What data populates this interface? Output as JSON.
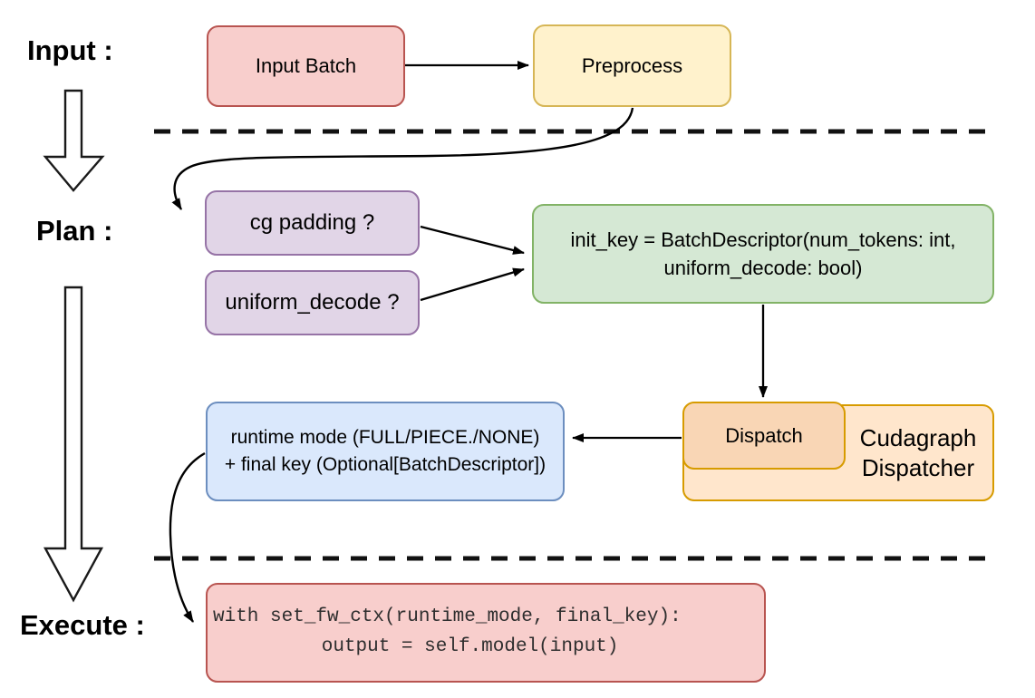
{
  "diagram": {
    "stage_labels": {
      "input": "Input :",
      "plan": "Plan :",
      "execute": "Execute :"
    },
    "nodes": {
      "input_batch": {
        "label": "Input Batch",
        "fill": "#f8cecc",
        "stroke": "#b85450"
      },
      "preprocess": {
        "label": "Preprocess",
        "fill": "#fff2cc",
        "stroke": "#d6b656"
      },
      "cg_padding": {
        "label": "cg padding ?",
        "fill": "#e1d5e7",
        "stroke": "#9673a6"
      },
      "uniform_decode": {
        "label": "uniform_decode ?",
        "fill": "#e1d5e7",
        "stroke": "#9673a6"
      },
      "init_key": {
        "line1": "init_key = BatchDescriptor(num_tokens: int,",
        "line2": "uniform_decode: bool)",
        "fill": "#d5e8d4",
        "stroke": "#82b366"
      },
      "dispatch": {
        "label": "Dispatch",
        "fill": "#f9d6b5",
        "stroke": "#d79b00"
      },
      "cudagraph_dispatcher": {
        "label": "Cudagraph Dispatcher",
        "fill": "#ffe6cc",
        "stroke": "#d79b00"
      },
      "runtime_result": {
        "line1": "runtime mode (FULL/PIECE./NONE)",
        "line2": "+ final key (Optional[BatchDescriptor])",
        "fill": "#dae8fc",
        "stroke": "#6c8ebf"
      },
      "execute_code": {
        "code": "with set_fw_ctx(runtime_mode, final_key):\n    output = self.model(input)",
        "fill": "#f8cecc",
        "stroke": "#b85450"
      }
    }
  }
}
